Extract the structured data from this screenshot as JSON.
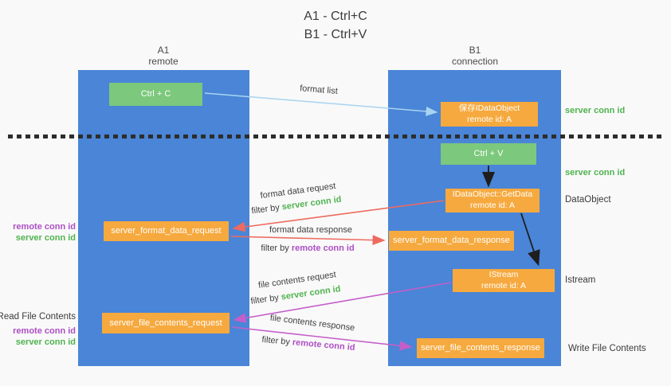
{
  "title": {
    "line1": "A1 - Ctrl+C",
    "line2": "B1 - Ctrl+V"
  },
  "lifelines": {
    "a1": {
      "name": "A1",
      "type": "remote"
    },
    "b1": {
      "name": "B1",
      "type": "connection"
    }
  },
  "boxes": {
    "ctrl_c": "Ctrl + C",
    "save_dataobject": {
      "line1": "保存IDataObject",
      "line2": "remote id: A"
    },
    "ctrl_v": "Ctrl + V",
    "getdata": {
      "line1": "IDataObject::GetData",
      "line2": "remote id: A"
    },
    "format_request": "server_format_data_request",
    "format_response": "server_format_data_response",
    "istream": {
      "line1": "IStream",
      "line2": "remote id: A"
    },
    "file_request": "server_file_contents_request",
    "file_response": "server_file_contents_response"
  },
  "arrow_labels": {
    "format_list": "format list",
    "format_data_request": "format data request",
    "format_data_response": "format data response",
    "file_contents_request": "file contents request",
    "file_contents_response": "file contents response",
    "filter_prefix": "filter by",
    "server_conn_id": "server conn id",
    "remote_conn_id": "remote conn id"
  },
  "side_labels": {
    "server_conn_id_top": "server conn id",
    "server_conn_id_mid": "server conn id",
    "dataobject": "DataObject",
    "istream": "Istream",
    "write_file_contents": "Write File Contents",
    "read_file_contents": "Read File Contents",
    "remote_conn_id_format": "remote conn id",
    "server_conn_id_format": "server conn id",
    "remote_conn_id_file": "remote conn id",
    "server_conn_id_file": "server conn id"
  },
  "colors": {
    "lifeline_blue": "#4a85d7",
    "box_green": "#7cc87c",
    "box_orange": "#f6a93e",
    "arrow_red": "#ee6a5f",
    "arrow_magenta": "#c45ec9",
    "arrow_light_blue": "#a8d4f0",
    "arrow_black": "#1e1e1e",
    "text_green": "#4fb34f",
    "text_purple": "#ad4fc4",
    "text_dark": "#3f3f3f",
    "background": "#f9f9f9"
  }
}
